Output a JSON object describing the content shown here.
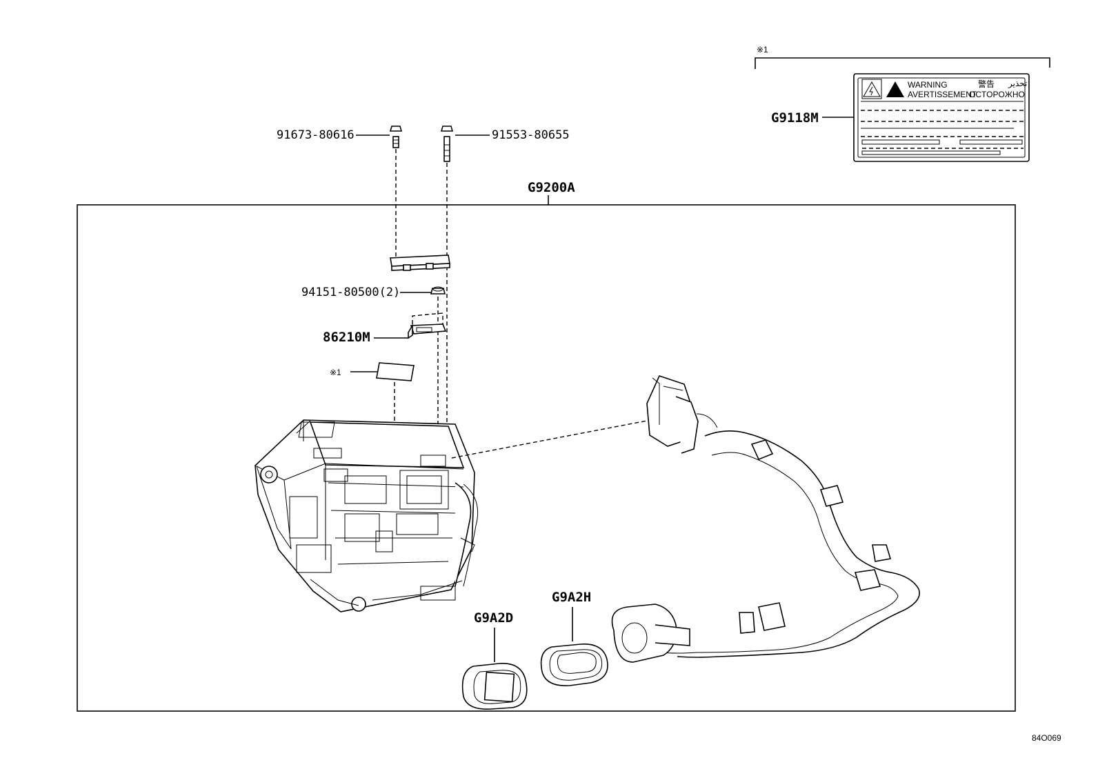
{
  "labels": {
    "bolt_left": "91673-80616",
    "bolt_right": "91553-80655",
    "assembly": "G9200A",
    "nut": "94151-80500(2)",
    "bracket": "86210M",
    "note_ref": "※1",
    "label_part": "G9118M",
    "note_top": "※1",
    "grommet_d": "G9A2D",
    "grommet_h": "G9A2H",
    "diagram_code": "84O069"
  },
  "warning_label": {
    "line1": "WARNING",
    "line2": "AVERTISSEMENT",
    "cn": "警告",
    "ru": "OCTOPOЖHO",
    "ar": "تحذير"
  }
}
